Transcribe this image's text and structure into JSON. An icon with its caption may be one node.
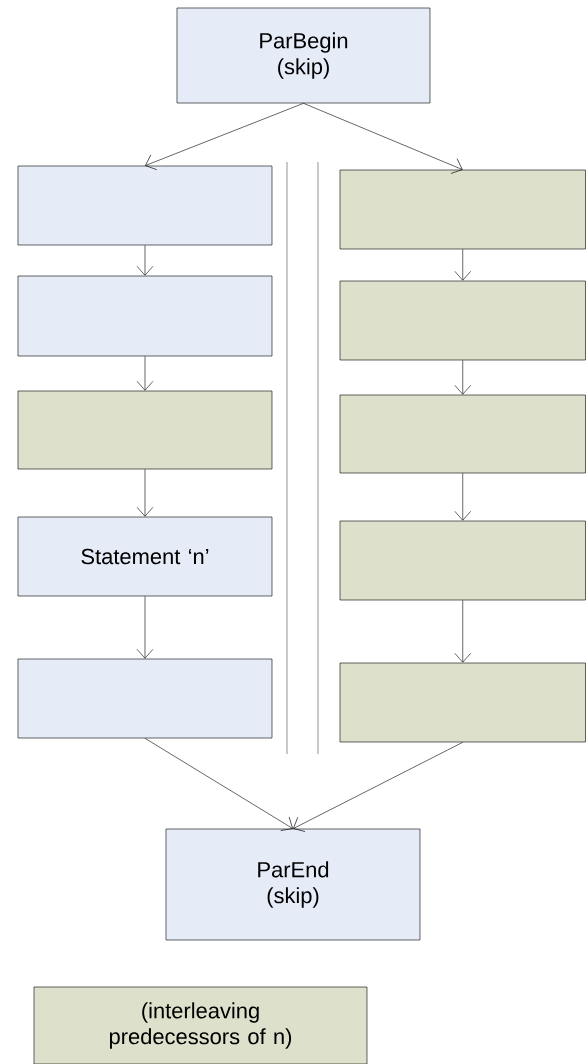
{
  "diagram": {
    "nodes": [
      {
        "text": [
          "ParBegin (skip)"
        ]
      },
      {
        "text": [],
        "shape": "box"
      },
      {
        "text": [],
        "shape": "box"
      },
      {
        "text": [],
        "shape": "box"
      },
      {
        "text": [
          "Statement ‘n’"
        ]
      },
      {
        "text": [],
        "shape": "box"
      },
      {
        "text": [],
        "shape": "box"
      },
      {
        "text": [],
        "shape": "box"
      },
      {
        "text": [],
        "shape": "box"
      },
      {
        "text": [],
        "shape": "box"
      },
      {
        "text": [],
        "shape": "box"
      },
      {
        "text": [
          "ParEnd (skip)"
        ]
      }
    ],
    "edges": [
      {
        "from": 0,
        "to": 1,
        "arrow": "to"
      },
      {
        "from": 0,
        "to": 6,
        "arrow": "to"
      },
      {
        "from": 1,
        "to": 2,
        "arrow": "to"
      },
      {
        "from": 2,
        "to": 3,
        "arrow": "to"
      },
      {
        "from": 3,
        "to": 4,
        "arrow": "to"
      },
      {
        "from": 4,
        "to": 5,
        "arrow": "to"
      },
      {
        "from": 6,
        "to": 7,
        "arrow": "to"
      },
      {
        "from": 7,
        "to": 8,
        "arrow": "to"
      },
      {
        "from": 8,
        "to": 9,
        "arrow": "to"
      },
      {
        "from": 9,
        "to": 10,
        "arrow": "to"
      },
      {
        "from": 5,
        "to": 11,
        "arrow": "to"
      },
      {
        "from": 10,
        "to": 11,
        "arrow": "to"
      }
    ],
    "legend": [
      {
        "text": "(interleaving predecessors of n)",
        "color": "#dde1cb"
      }
    ]
  }
}
